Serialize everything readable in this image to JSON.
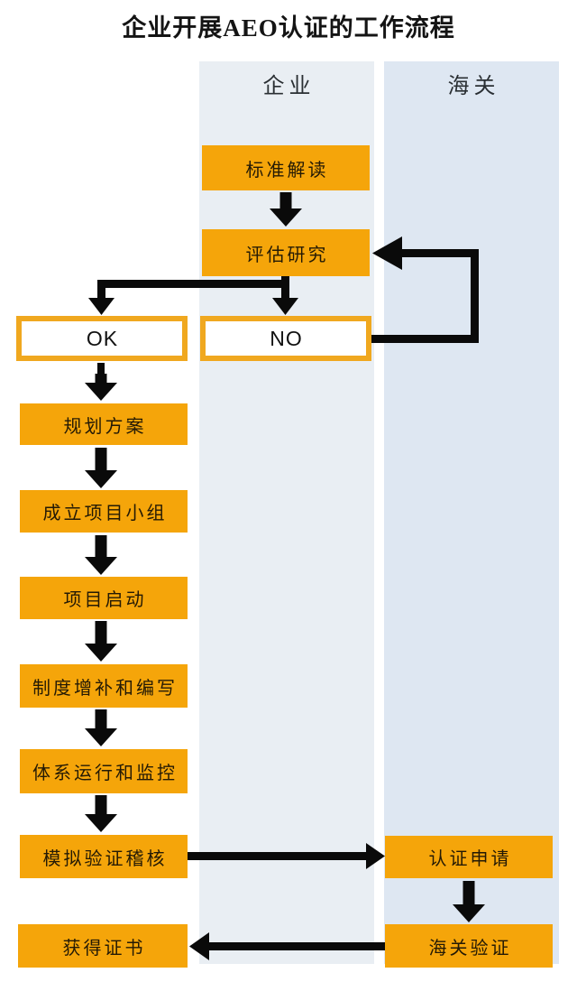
{
  "title": "企业开展AEO认证的工作流程",
  "columns": {
    "enterprise": "企业",
    "customs": "海关"
  },
  "nodes": {
    "standard_reading": "标准解读",
    "evaluation_research": "评估研究",
    "ok": "OK",
    "no": "NO",
    "planning_scheme": "规划方案",
    "project_team": "成立项目小组",
    "project_launch": "项目启动",
    "system_supplement": "制度增补和编写",
    "system_operation": "体系运行和监控",
    "mock_audit": "模拟验证稽核",
    "cert_application": "认证申请",
    "customs_verification": "海关验证",
    "obtain_certificate": "获得证书"
  },
  "colors": {
    "box_orange": "#F5A50A",
    "decision_border": "#F0A81F",
    "enterprise_lane_bg": "#E9EEF3",
    "customs_lane_bg": "#DEE7F2",
    "arrow_black": "#0A0A0A"
  }
}
